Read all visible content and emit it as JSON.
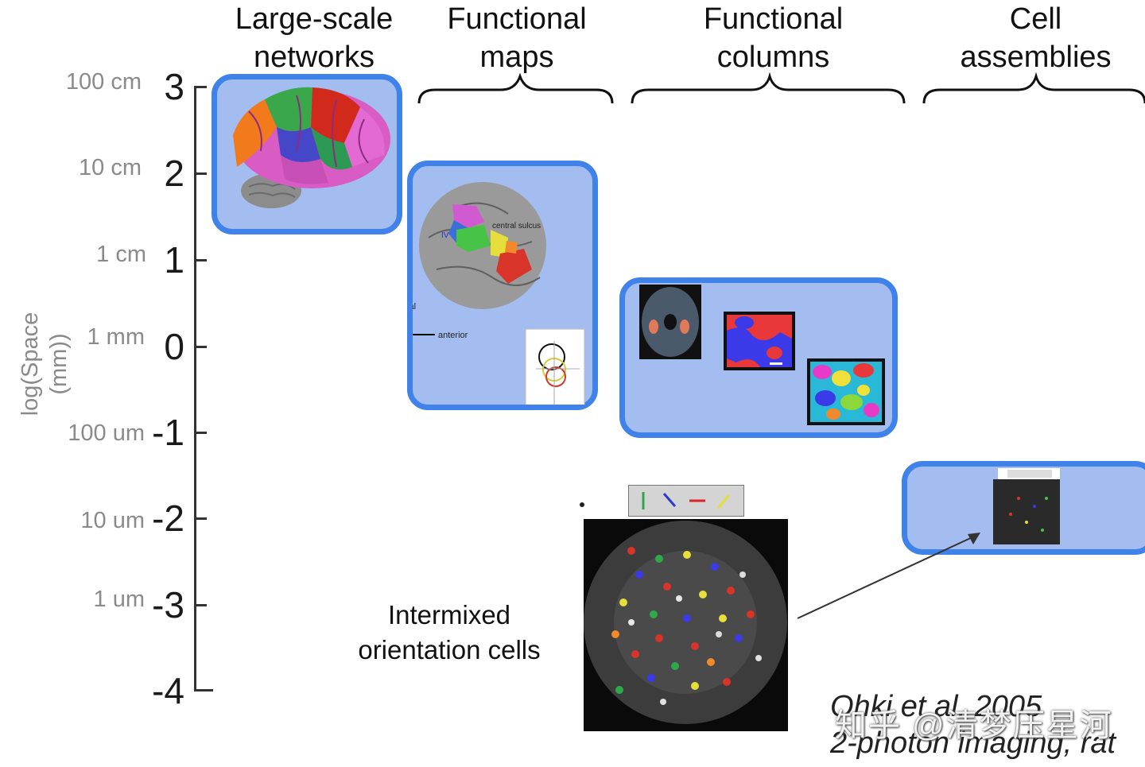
{
  "headers": [
    {
      "key": "large",
      "line1": "Large-scale",
      "line2": "networks"
    },
    {
      "key": "maps",
      "line1": "Functional",
      "line2": "maps"
    },
    {
      "key": "columns",
      "line1": "Functional",
      "line2": "columns"
    },
    {
      "key": "cells",
      "line1": "Cell",
      "line2": "assemblies"
    }
  ],
  "axis": {
    "label": "log(Space (mm))",
    "ticks": [
      {
        "value": "3",
        "unit": "100 cm"
      },
      {
        "value": "2",
        "unit": "10 cm"
      },
      {
        "value": "1",
        "unit": "1 cm"
      },
      {
        "value": "0",
        "unit": "1 mm"
      },
      {
        "value": "-1",
        "unit": "100 um"
      },
      {
        "value": "-2",
        "unit": "10 um"
      },
      {
        "value": "-3",
        "unit": "1 um"
      },
      {
        "value": "-4",
        "unit": ""
      }
    ]
  },
  "maps_image": {
    "central_sulcus": "central sulcus",
    "parietal": "parietal",
    "anterior": "anterior",
    "iv": "IV"
  },
  "annotation": {
    "line1": "Intermixed",
    "line2": "orientation cells"
  },
  "citation": {
    "line1": "Ohki et al. 2005",
    "line2": "2-photon imaging, rat"
  },
  "watermark": "知乎 @清梦压星河",
  "colors": {
    "panel_fill": "#a4bdf0",
    "panel_border": "#3f82ea"
  }
}
